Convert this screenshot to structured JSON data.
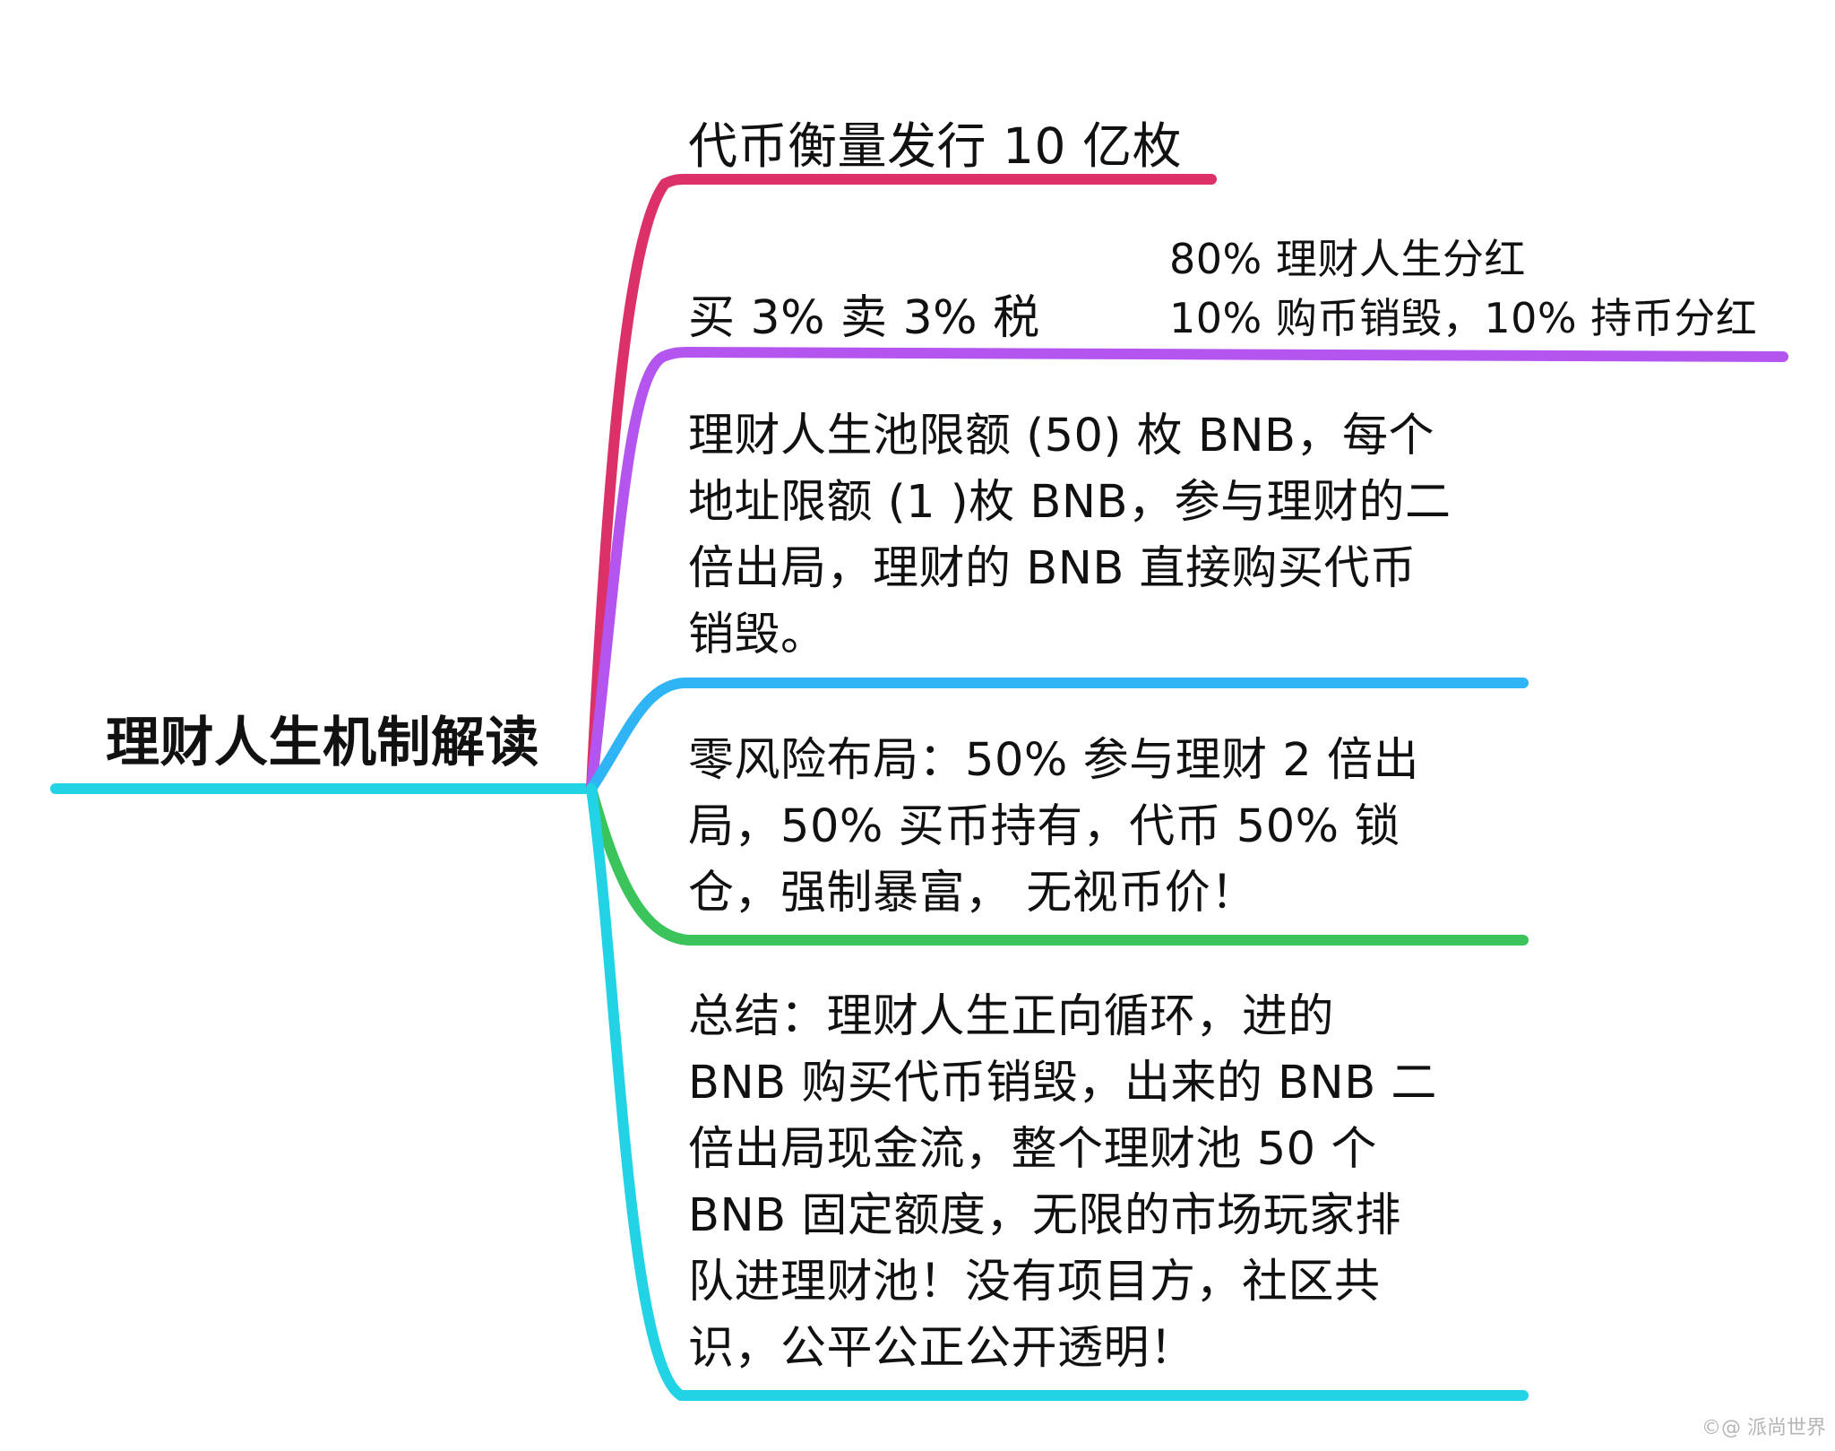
{
  "mindmap": {
    "root": {
      "label": "理财人生机制解读",
      "color": "#22d3e6"
    },
    "branches": [
      {
        "id": "supply",
        "label": "代币衡量发行 10 亿枚",
        "color": "#dc3068"
      },
      {
        "id": "tax",
        "label": "买 3% 卖 3% 税",
        "color": "#b455f0",
        "child_lines": [
          "80% 理财人生分红",
          "10% 购币销毁，10% 持币分红"
        ]
      },
      {
        "id": "pool",
        "color": "#2fb4f5",
        "lines": [
          "理财人生池限额 (50) 枚 BNB，每个",
          "地址限额 (1 )枚 BNB，参与理财的二",
          "倍出局，理财的 BNB 直接购买代币",
          "销毁。"
        ]
      },
      {
        "id": "zero-risk",
        "color": "#3cc45c",
        "lines": [
          "零风险布局：50% 参与理财 2 倍出",
          "局，50% 买币持有，代币 50% 锁",
          "仓，强制暴富， 无视币价！"
        ]
      },
      {
        "id": "summary",
        "color": "#22d3e6",
        "lines": [
          "总结：理财人生正向循环，进的",
          "BNB 购买代币销毁，出来的 BNB 二",
          "倍出局现金流，整个理财池 50 个",
          "BNB 固定额度，无限的市场玩家排",
          "队进理财池！没有项目方，社区共",
          "识，公平公正公开透明！"
        ]
      }
    ]
  },
  "watermark": "©@ 派尚世界"
}
